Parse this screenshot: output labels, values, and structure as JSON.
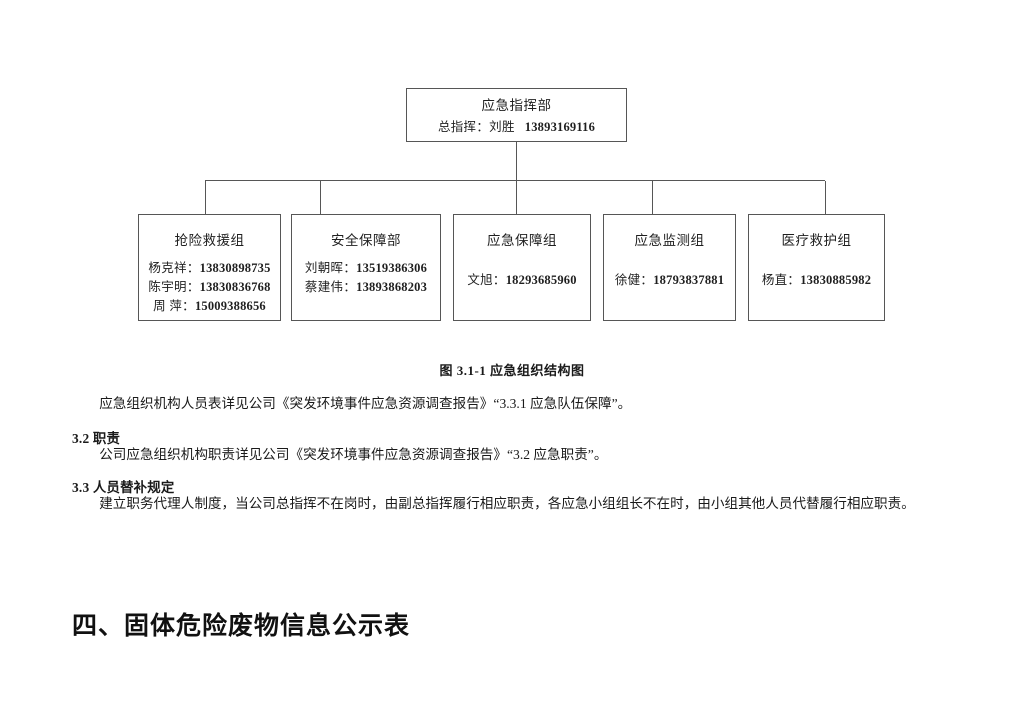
{
  "chart_data": {
    "type": "diagram",
    "title": "应急组织结构图",
    "root": {
      "title": "应急指挥部",
      "role": "总指挥：",
      "name": "刘胜",
      "phone": "13893169116"
    },
    "children": [
      {
        "title": "抢险救援组",
        "members": [
          {
            "name": "杨克祥：",
            "phone": "13830898735"
          },
          {
            "name": "陈宇明：",
            "phone": "13830836768"
          },
          {
            "name": "周 萍：",
            "phone": "15009388656"
          }
        ]
      },
      {
        "title": "安全保障部",
        "members": [
          {
            "name": "刘朝晖：",
            "phone": "13519386306"
          },
          {
            "name": "蔡建伟：",
            "phone": "13893868203"
          }
        ]
      },
      {
        "title": "应急保障组",
        "members": [
          {
            "name": "文旭：",
            "phone": "18293685960"
          }
        ]
      },
      {
        "title": "应急监测组",
        "members": [
          {
            "name": "徐健：",
            "phone": "18793837881"
          }
        ]
      },
      {
        "title": "医疗救护组",
        "members": [
          {
            "name": "杨直：",
            "phone": "13830885982"
          }
        ]
      }
    ]
  },
  "figure": {
    "caption": "图 3.1-1  应急组织结构图"
  },
  "body": {
    "intro_paragraph": "应急组织机构人员表详见公司《突发环境事件应急资源调查报告》“3.3.1 应急队伍保障”。",
    "section_32_heading": "3.2 职责",
    "section_32_paragraph": "公司应急组织机构职责详见公司《突发环境事件应急资源调查报告》“3.2 应急职责”。",
    "section_33_heading": "3.3 人员替补规定",
    "section_33_paragraph": "建立职务代理人制度，当公司总指挥不在岗时，由副总指挥履行相应职责，各应急小组组长不在时，由小组其他人员代替履行相应职责。"
  },
  "chapter": {
    "heading": "四、固体危险废物信息公示表"
  },
  "colors": {
    "page_background": "#ffffff",
    "text": "#1a1a1a",
    "box_border": "#565656"
  }
}
